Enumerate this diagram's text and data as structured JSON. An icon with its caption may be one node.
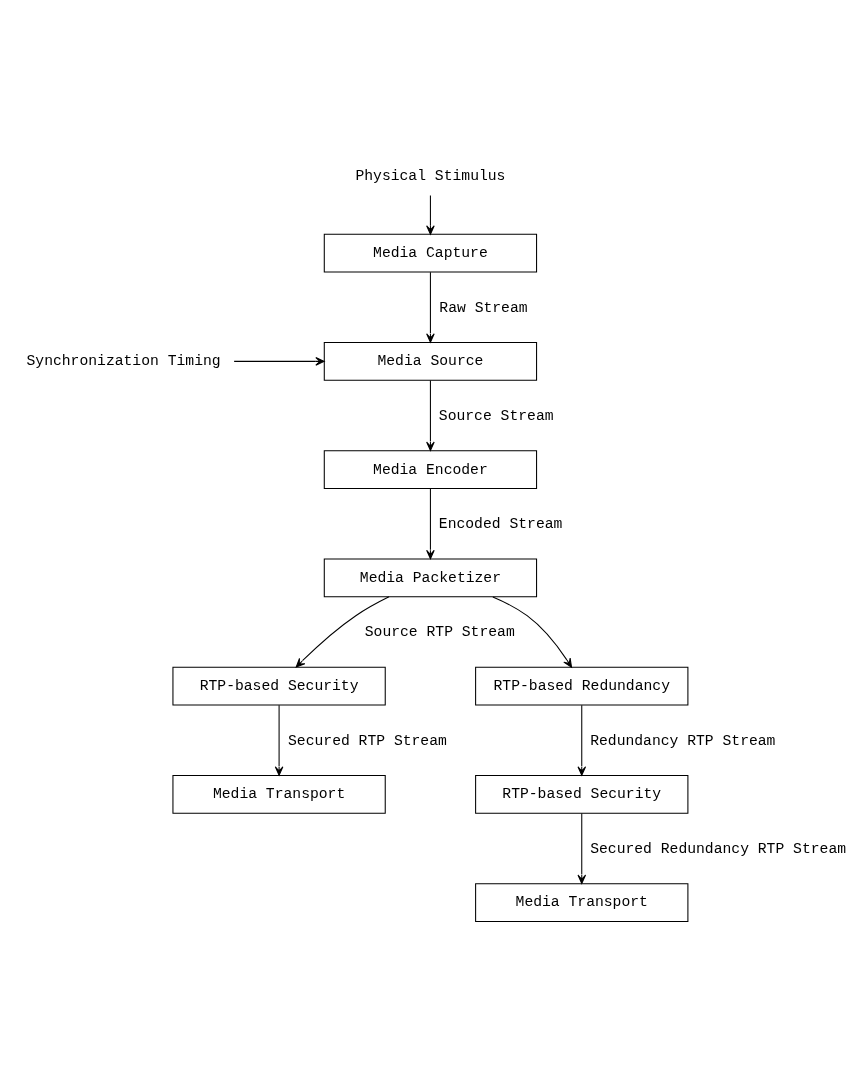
{
  "diagram": {
    "nodes": [
      {
        "text": [
          "Physical Stimulus"
        ]
      },
      {
        "text": [
          "Media Capture"
        ]
      },
      {
        "text": [
          "Media Source"
        ]
      },
      {
        "text": [
          "Synchronization Timing"
        ]
      },
      {
        "text": [
          "Media Encoder"
        ]
      },
      {
        "text": [
          "Media Packetizer"
        ]
      },
      {
        "text": [
          "RTP-based Redundancy"
        ]
      },
      {
        "text": [
          "RTP-based Security"
        ]
      },
      {
        "text": [
          "RTP-based Security"
        ]
      },
      {
        "text": [
          "Media Transport"
        ]
      },
      {
        "text": [
          "Media Transport"
        ]
      }
    ],
    "edges": [
      {
        "from": 0,
        "to": 1,
        "arrow": "to"
      },
      {
        "from": 1,
        "to": 2,
        "arrow": "to",
        "label": "Raw Stream"
      },
      {
        "from": 3,
        "to": 2,
        "arrow": "to"
      },
      {
        "from": 2,
        "to": 4,
        "arrow": "to",
        "label": "Source Stream"
      },
      {
        "from": 4,
        "to": 5,
        "arrow": "to",
        "label": "Encoded Stream"
      },
      {
        "from": 5,
        "to": 7,
        "arrow": "to",
        "label": "Source RTP Stream"
      },
      {
        "from": 5,
        "to": 6,
        "arrow": "to"
      },
      {
        "from": 6,
        "to": 8,
        "arrow": "to",
        "label": "Redundancy RTP Stream"
      },
      {
        "from": 7,
        "to": 9,
        "arrow": "to",
        "label": "Secured RTP Stream"
      },
      {
        "from": 8,
        "to": 10,
        "arrow": "to",
        "label": "Secured Redundancy RTP Stream"
      }
    ]
  }
}
